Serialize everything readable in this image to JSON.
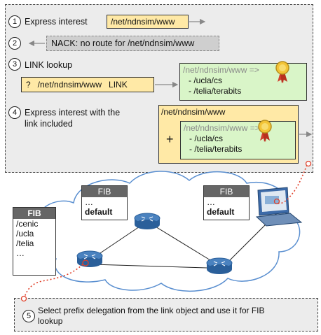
{
  "steps": {
    "s1": {
      "num": "1",
      "text": "Express interest",
      "name": "/net/ndnsim/www"
    },
    "s2": {
      "num": "2",
      "text": "NACK: no route for /net/ndnsim/www"
    },
    "s3": {
      "num": "3",
      "text": "LINK lookup",
      "query": "?   /net/ndnsim/www   LINK",
      "link": {
        "header": "/net/ndnsim/www =>",
        "items": [
          "- /ucla/cs",
          "- /telia/terabits"
        ]
      }
    },
    "s4": {
      "num": "4",
      "text_line1": "Express interest with the",
      "text_line2": "link included",
      "name": "/net/ndnsim/www",
      "plus": "+",
      "link": {
        "header": "/net/ndnsim/www =>",
        "items": [
          "- /ucla/cs",
          "- /telia/terabits"
        ]
      }
    },
    "s5": {
      "num": "5",
      "text_line1": "Select prefix delegation from the link object and use it for FIB",
      "text_line2": "lookup"
    }
  },
  "fibs": {
    "left": {
      "title": "FIB",
      "rows": [
        "/cenic",
        "/ucla",
        "/telia",
        "…"
      ]
    },
    "middle": {
      "title": "FIB",
      "rows": [
        "…",
        "default"
      ]
    },
    "right": {
      "title": "FIB",
      "rows": [
        "…",
        "default"
      ]
    }
  },
  "colors": {
    "yellow": "#ffe9a6",
    "green": "#d9f5c8",
    "red_path": "#e0402a",
    "cloud": "#5a8fd0"
  }
}
